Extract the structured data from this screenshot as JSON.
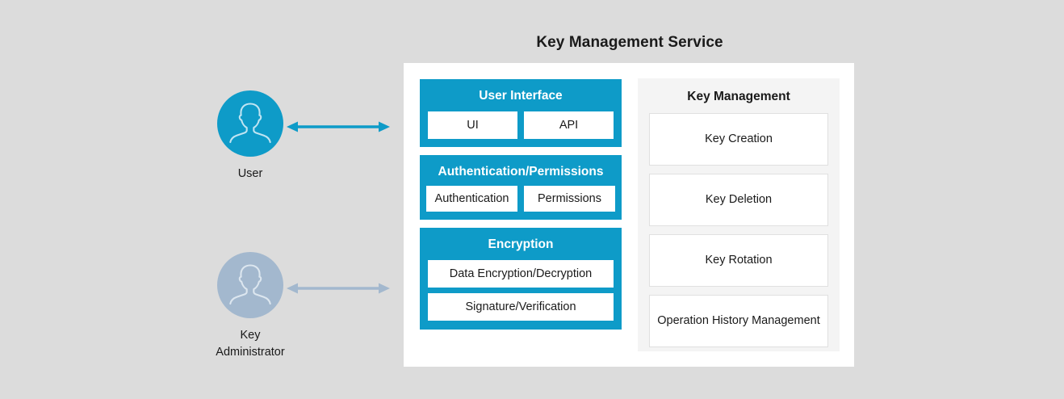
{
  "diagram": {
    "title": "Key Management Service",
    "background_color": "#dcdcdc",
    "panel_color": "#ffffff",
    "accent_color": "#0e9bc8",
    "muted_accent_color": "#a3b8ce",
    "subpanel_color": "#f4f4f4"
  },
  "actors": [
    {
      "id": "user",
      "label": "User",
      "avatar_icon": "user-avatar-icon",
      "avatar_color": "#0e9bc8",
      "arrow_icon": "double-headed-arrow-icon",
      "arrow_color": "#0e9bc8"
    },
    {
      "id": "key-administrator",
      "label": "Key\nAdministrator",
      "label_line1": "Key",
      "label_line2": "Administrator",
      "avatar_icon": "user-avatar-icon",
      "avatar_color": "#a3b8ce",
      "arrow_icon": "double-headed-arrow-icon",
      "arrow_color": "#a3b8ce"
    }
  ],
  "service": {
    "left_groups": [
      {
        "id": "user-interface",
        "title": "User Interface",
        "layout": "row",
        "items": [
          "UI",
          "API"
        ]
      },
      {
        "id": "authentication-permissions",
        "title": "Authentication/Permissions",
        "layout": "row",
        "items": [
          "Authentication",
          "Permissions"
        ]
      },
      {
        "id": "encryption",
        "title": "Encryption",
        "layout": "stacked",
        "items": [
          "Data Encryption/Decryption",
          "Signature/Verification"
        ]
      }
    ],
    "key_management": {
      "title": "Key Management",
      "cards": [
        {
          "id": "key-creation",
          "label": "Key Creation"
        },
        {
          "id": "key-deletion",
          "label": "Key Deletion"
        },
        {
          "id": "key-rotation",
          "label": "Key Rotation"
        },
        {
          "id": "operation-history-management",
          "label": "Operation History Management"
        }
      ]
    }
  }
}
